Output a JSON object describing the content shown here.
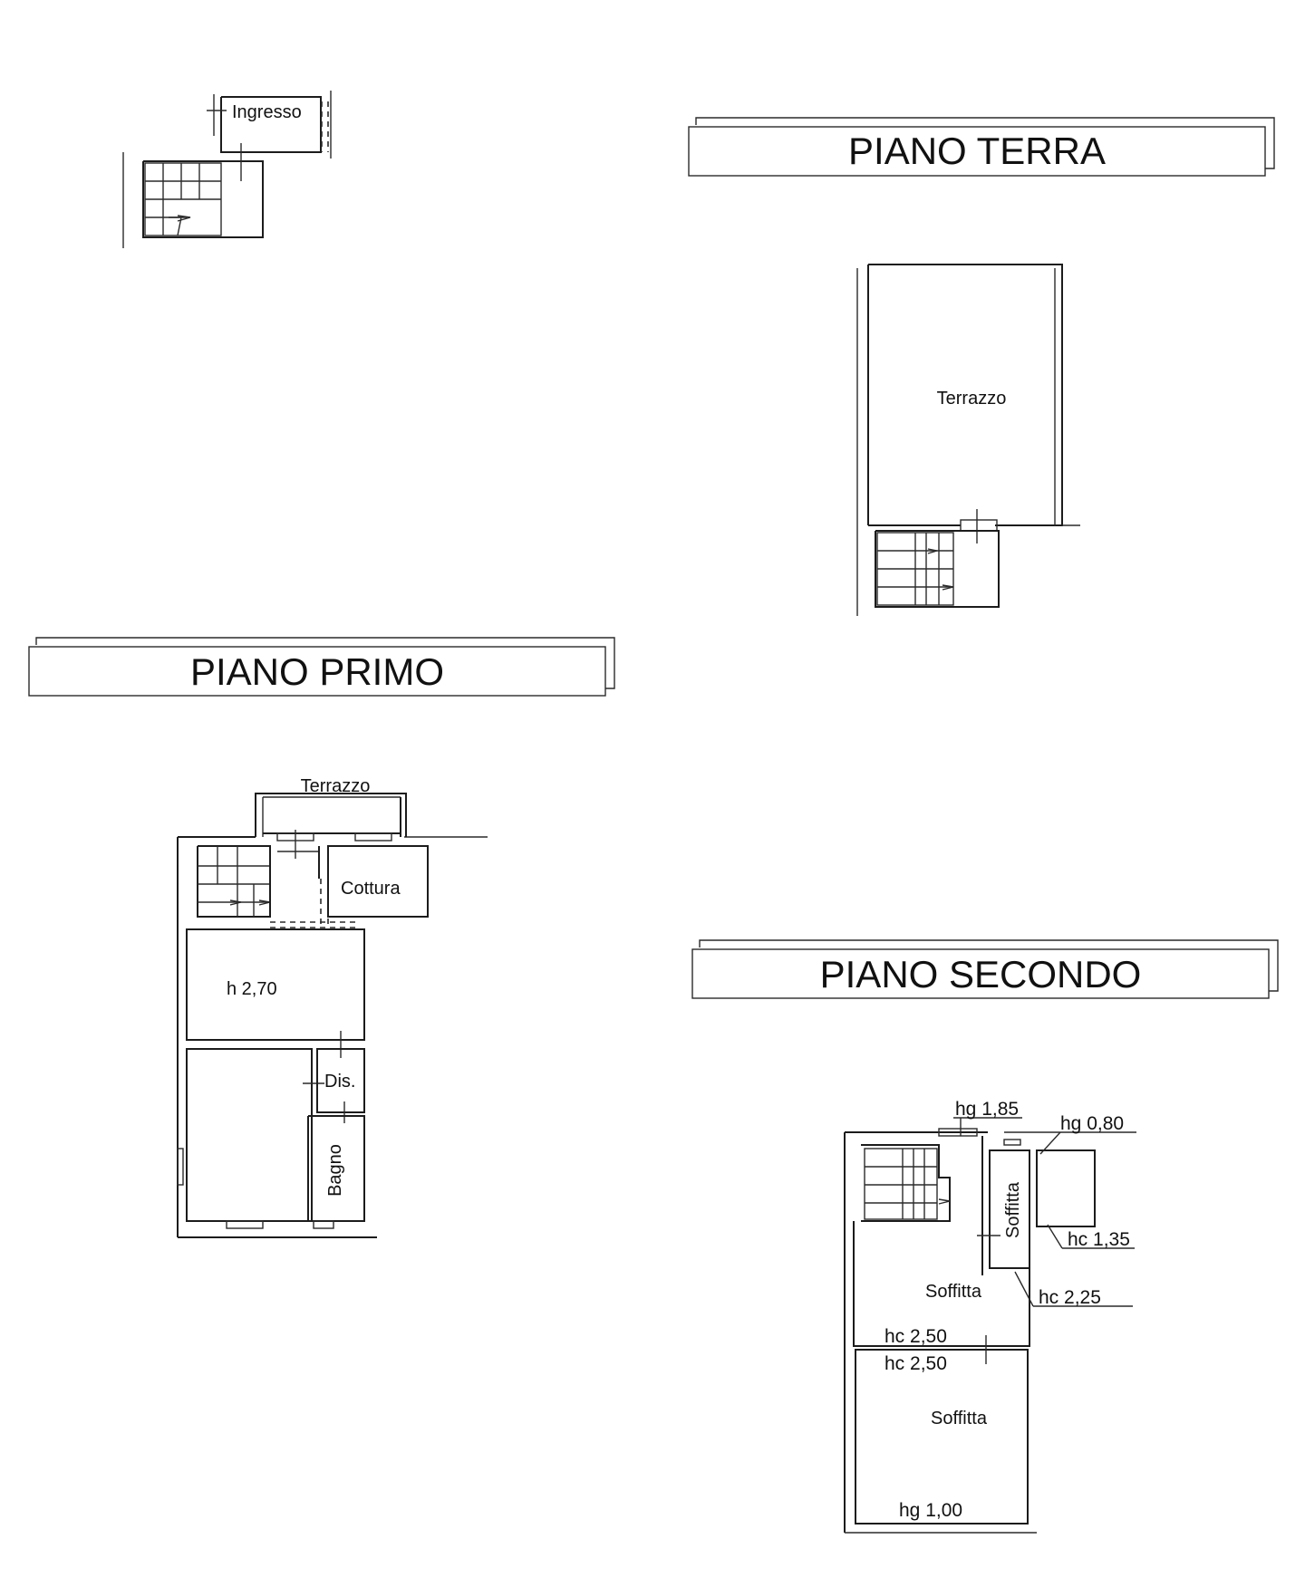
{
  "floors": {
    "ground": {
      "title": "PIANO TERRA"
    },
    "first": {
      "title": "PIANO PRIMO"
    },
    "second": {
      "title": "PIANO SECONDO"
    }
  },
  "rooms": {
    "entrance": "Ingresso",
    "terrace_ground": "Terrazzo",
    "terrace_first": "Terrazzo",
    "kitchen": "Cottura",
    "height_main": "h 2,70",
    "hallway": "Dis.",
    "bathroom": "Bagno",
    "attic_vertical": "Soffitta",
    "attic_middle": "Soffitta",
    "attic_bottom": "Soffitta"
  },
  "heights": {
    "hg_185": "hg 1,85",
    "hg_080": "hg 0,80",
    "hc_135": "hc 1,35",
    "hc_225": "hc 2,25",
    "hc_250_a": "hc 2,50",
    "hc_250_b": "hc 2,50",
    "hg_100": "hg 1,00"
  }
}
